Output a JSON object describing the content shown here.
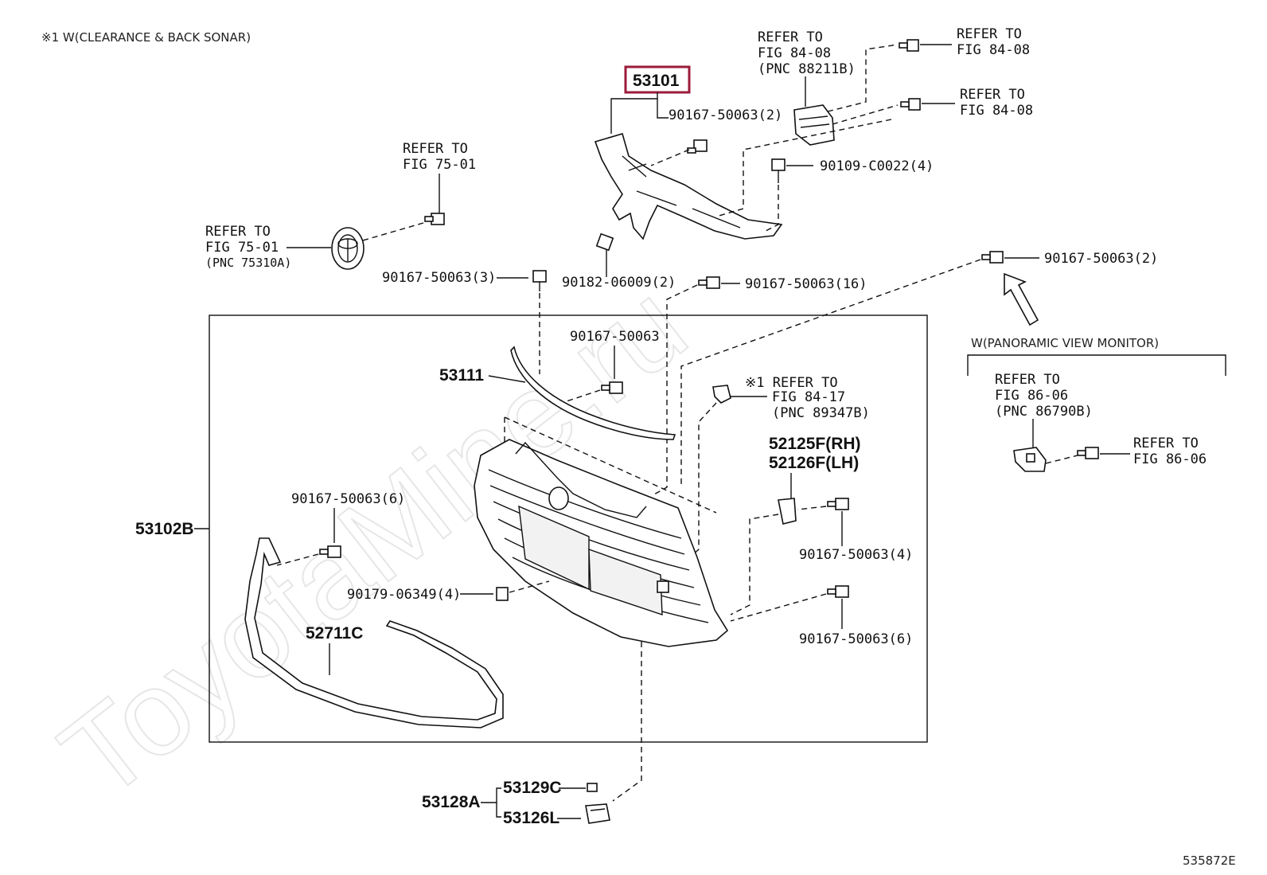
{
  "note_top": "※1 W(CLEARANCE & BACK SONAR)",
  "highlight_color": "#9b1b3a",
  "watermark": "ToyotaMine.ru",
  "diagram_id": "535872E",
  "labels": {
    "p53101": "53101",
    "ref_84_08_a1": "REFER TO",
    "ref_84_08_a2": "FIG 84-08",
    "ref_84_08_a3": "(PNC 88211B)",
    "ref_84_08_b1": "REFER TO",
    "ref_84_08_b2": "FIG 84-08",
    "ref_84_08_c1": "REFER TO",
    "ref_84_08_c2": "FIG 84-08",
    "bolt_2_top": "90167-50063(2)",
    "bolt_c0022": "90109-C0022(4)",
    "ref_75_01_a1": "REFER TO",
    "ref_75_01_a2": "FIG 75-01",
    "ref_75_01_b1": "REFER TO",
    "ref_75_01_b2": "FIG 75-01",
    "ref_75_01_b3": "(PNC 75310A)",
    "bolt_3": "90167-50063(3)",
    "nut_06009": "90182-06009(2)",
    "bolt_16": "90167-50063(16)",
    "bolt_2_right": "90167-50063(2)",
    "pvm": "W(PANORAMIC VIEW MONITOR)",
    "ref_86_06_a1": "REFER TO",
    "ref_86_06_a2": "FIG 86-06",
    "ref_86_06_a3": "(PNC 86790B)",
    "ref_86_06_b1": "REFER TO",
    "ref_86_06_b2": "FIG 86-06",
    "bolt_single": "90167-50063",
    "p53111": "53111",
    "ref_84_17_1": "※1 REFER TO",
    "ref_84_17_2": "FIG 84-17",
    "ref_84_17_3": "(PNC 89347B)",
    "p52125f": "52125F(RH)",
    "p52126f": "52126F(LH)",
    "bolt_6_left": "90167-50063(6)",
    "p53102b": "53102B",
    "bolt_4": "90167-50063(4)",
    "clip_06349": "90179-06349(4)",
    "p52711c": "52711C",
    "bolt_6_right": "90167-50063(6)",
    "p53128a": "53128A",
    "p53129c": "53129C",
    "p53126l": "53126L"
  }
}
